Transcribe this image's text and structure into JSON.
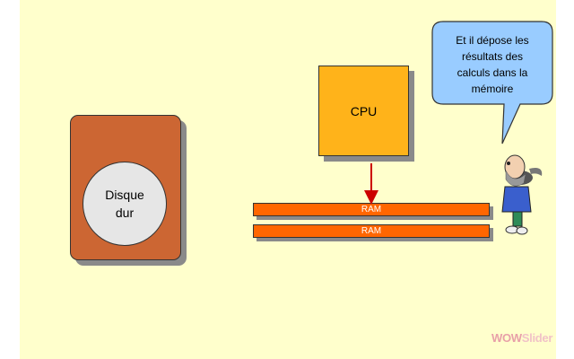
{
  "disk": {
    "label_line1": "Disque",
    "label_line2": "dur"
  },
  "cpu": {
    "label": "CPU"
  },
  "ram": [
    {
      "label": "RAM"
    },
    {
      "label": "RAM"
    }
  ],
  "bubble": {
    "lines": [
      "Et il dépose les",
      "résultats des",
      "calculs dans la",
      "mémoire"
    ]
  },
  "watermark": {
    "part1": "WOW",
    "part2": "Slider"
  },
  "colors": {
    "slide_background": "#ffffcc",
    "disk": "#cc6633",
    "cpu": "#ffb31a",
    "ram": "#ff6600",
    "bubble": "#99ccff",
    "arrow": "#cc0000"
  }
}
